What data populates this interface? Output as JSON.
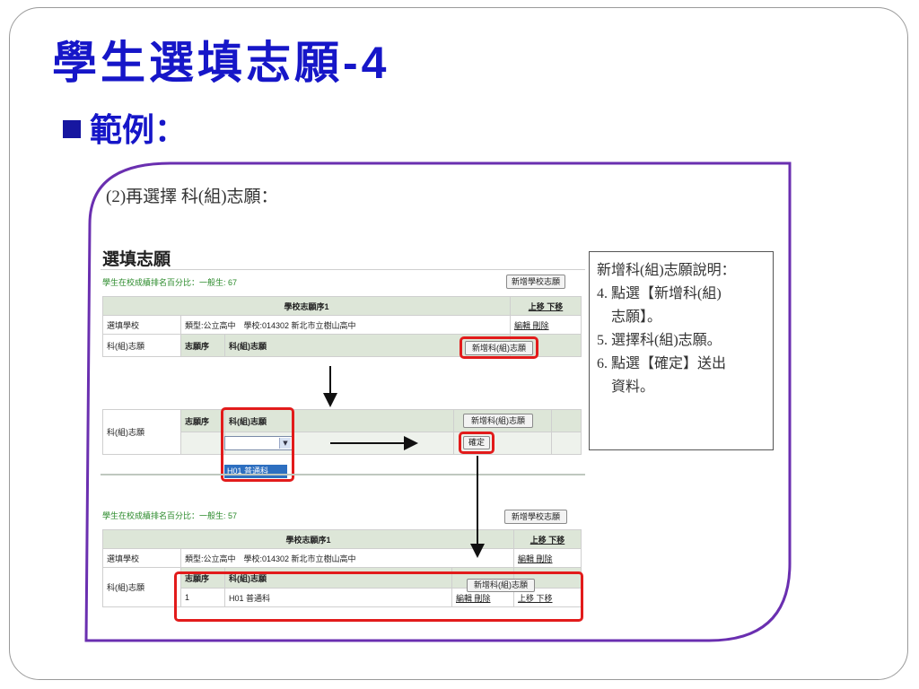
{
  "slide": {
    "title_text": "學生選填志願",
    "title_number": "-4",
    "bullet": "範例："
  },
  "intro": "(2)再選擇 科(組)志願：",
  "panel": {
    "title": "選填志願",
    "percentile_1": "學生在校成績排名百分比：一般生: 67",
    "percentile_2": "學生在校成績排名百分比：一般生: 57",
    "add_school_button": "新增學校志願",
    "school_order_header": "學校志願序1",
    "move_links": "上移 下移",
    "row_school_label": "選填學校",
    "row_school_value": "類型:公立高中　學校:014302 新北市立樹山高中",
    "edit_delete": "編輯 刪除",
    "row_dept_label": "科(組)志願",
    "col_order": "志願序",
    "col_dept": "科(組)志願",
    "add_dept_button": "新增科(組)志願",
    "confirm_button": "確定",
    "dropdown_option": "H01 普通科",
    "result_order": "1",
    "result_dept": "H01 普通科",
    "result_edit_delete": "編輯 刪除",
    "result_move": "上移 下移"
  },
  "note": {
    "title": "新增科(組)志願說明：",
    "line1": "4.  點選【新增科(組)",
    "line1b": "志願】。",
    "line2": "5.  選擇科(組)志願。",
    "line3": "6.  點選【確定】送出",
    "line3b": "資料。"
  },
  "colors": {
    "title": "#1616c8",
    "highlight": "#e21b1b",
    "frame": "#6a2fb0",
    "header_bg": "#dde6d8"
  }
}
